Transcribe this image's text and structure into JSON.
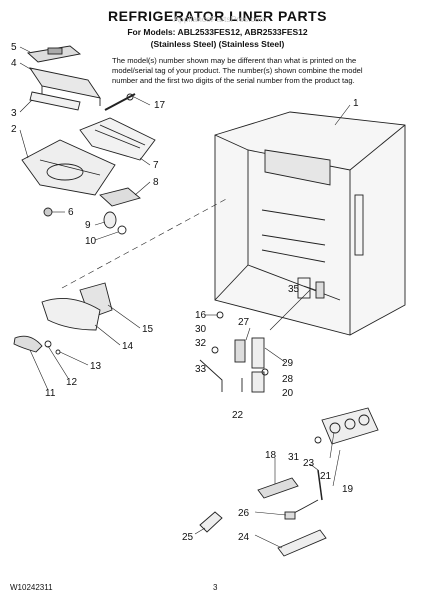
{
  "header": {
    "title": "REFRIGERATOR LINER PARTS",
    "models_line": "For Models: ABL2533FES12, ABR2533FES12",
    "finish_line": "(Stainless Steel)    (Stainless Steel)",
    "watermark": "AppliancePartsPros.com"
  },
  "note": "The model(s) number shown may be different than what is printed on the model/serial tag of your product. The number(s) shown combine the model number and the first two digits of the serial number from the product tag.",
  "callouts": [
    "1",
    "2",
    "3",
    "4",
    "5",
    "6",
    "7",
    "8",
    "9",
    "10",
    "11",
    "12",
    "13",
    "14",
    "15",
    "16",
    "17",
    "18",
    "19",
    "20",
    "21",
    "22",
    "23",
    "24",
    "25",
    "26",
    "27",
    "28",
    "29",
    "30",
    "31",
    "32",
    "33",
    "35"
  ],
  "footer": {
    "doc_number": "W10242311",
    "page_number": "3"
  }
}
